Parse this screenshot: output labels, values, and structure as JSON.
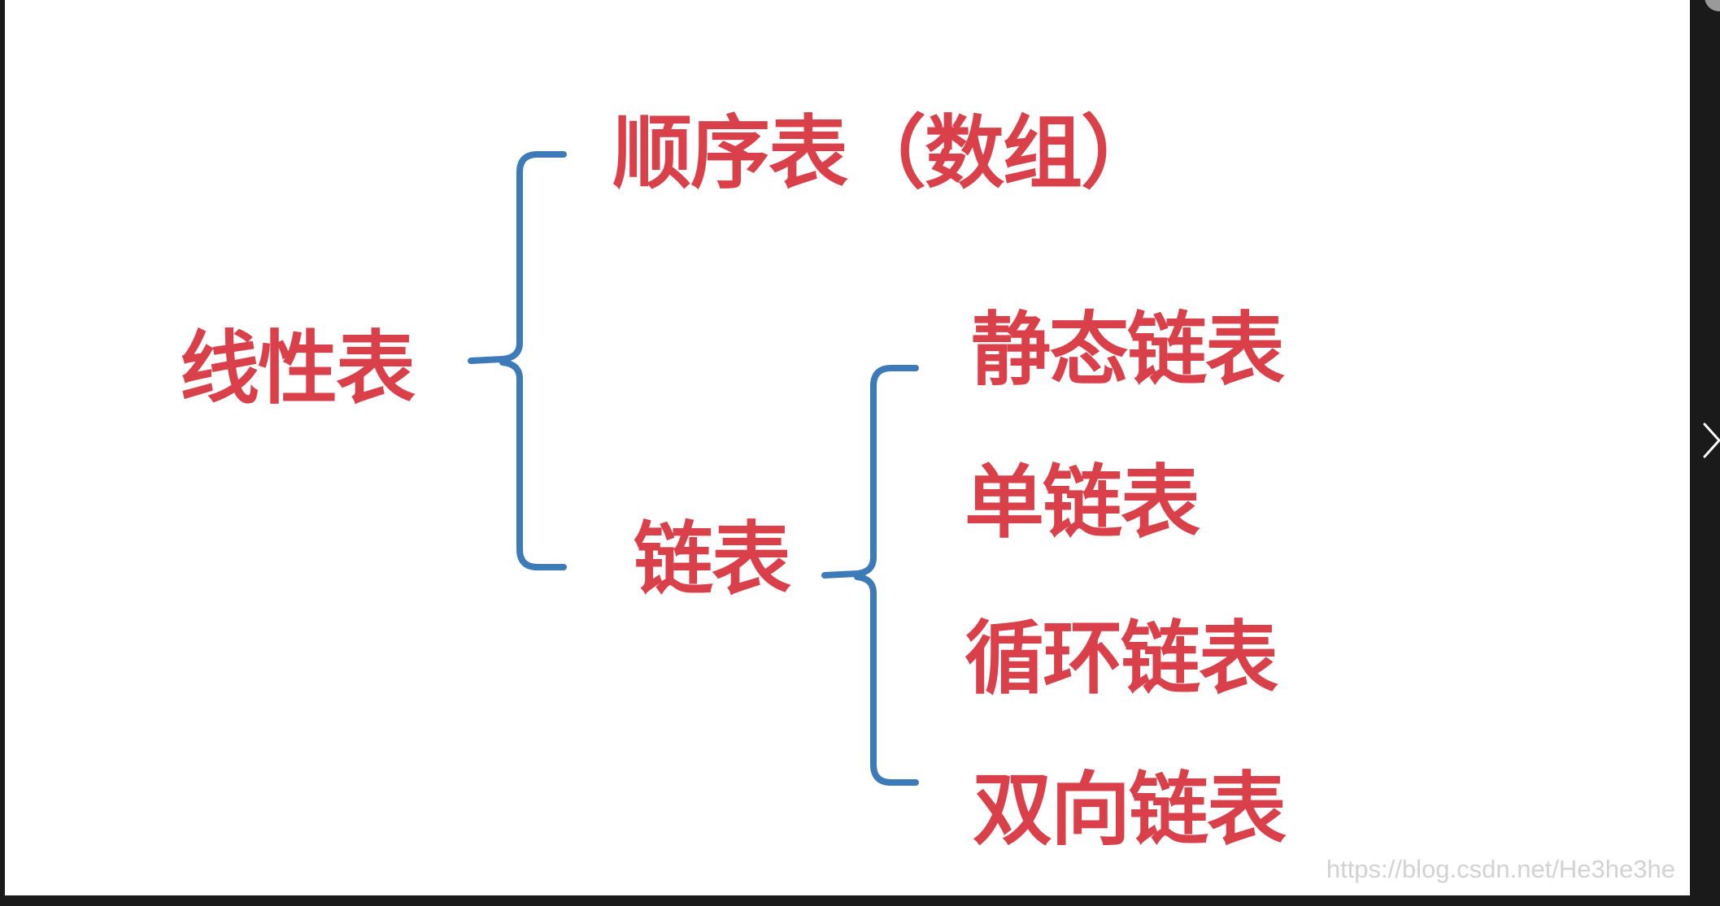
{
  "diagram": {
    "root": "线性表",
    "sequential": "顺序表（数组）",
    "linked": "链表",
    "linked_children": [
      "静态链表",
      "单链表",
      "循环链表",
      "双向链表"
    ]
  },
  "watermark": "https://blog.csdn.net/He3he3he",
  "colors": {
    "background": "#1a1a1a",
    "slide": "#ffffff",
    "text": "#d9404a",
    "bracket": "#3d7ab8",
    "watermark": "#d2d2d2"
  },
  "icons": {
    "next": "chevron-right-icon",
    "corner": "circle-icon"
  }
}
